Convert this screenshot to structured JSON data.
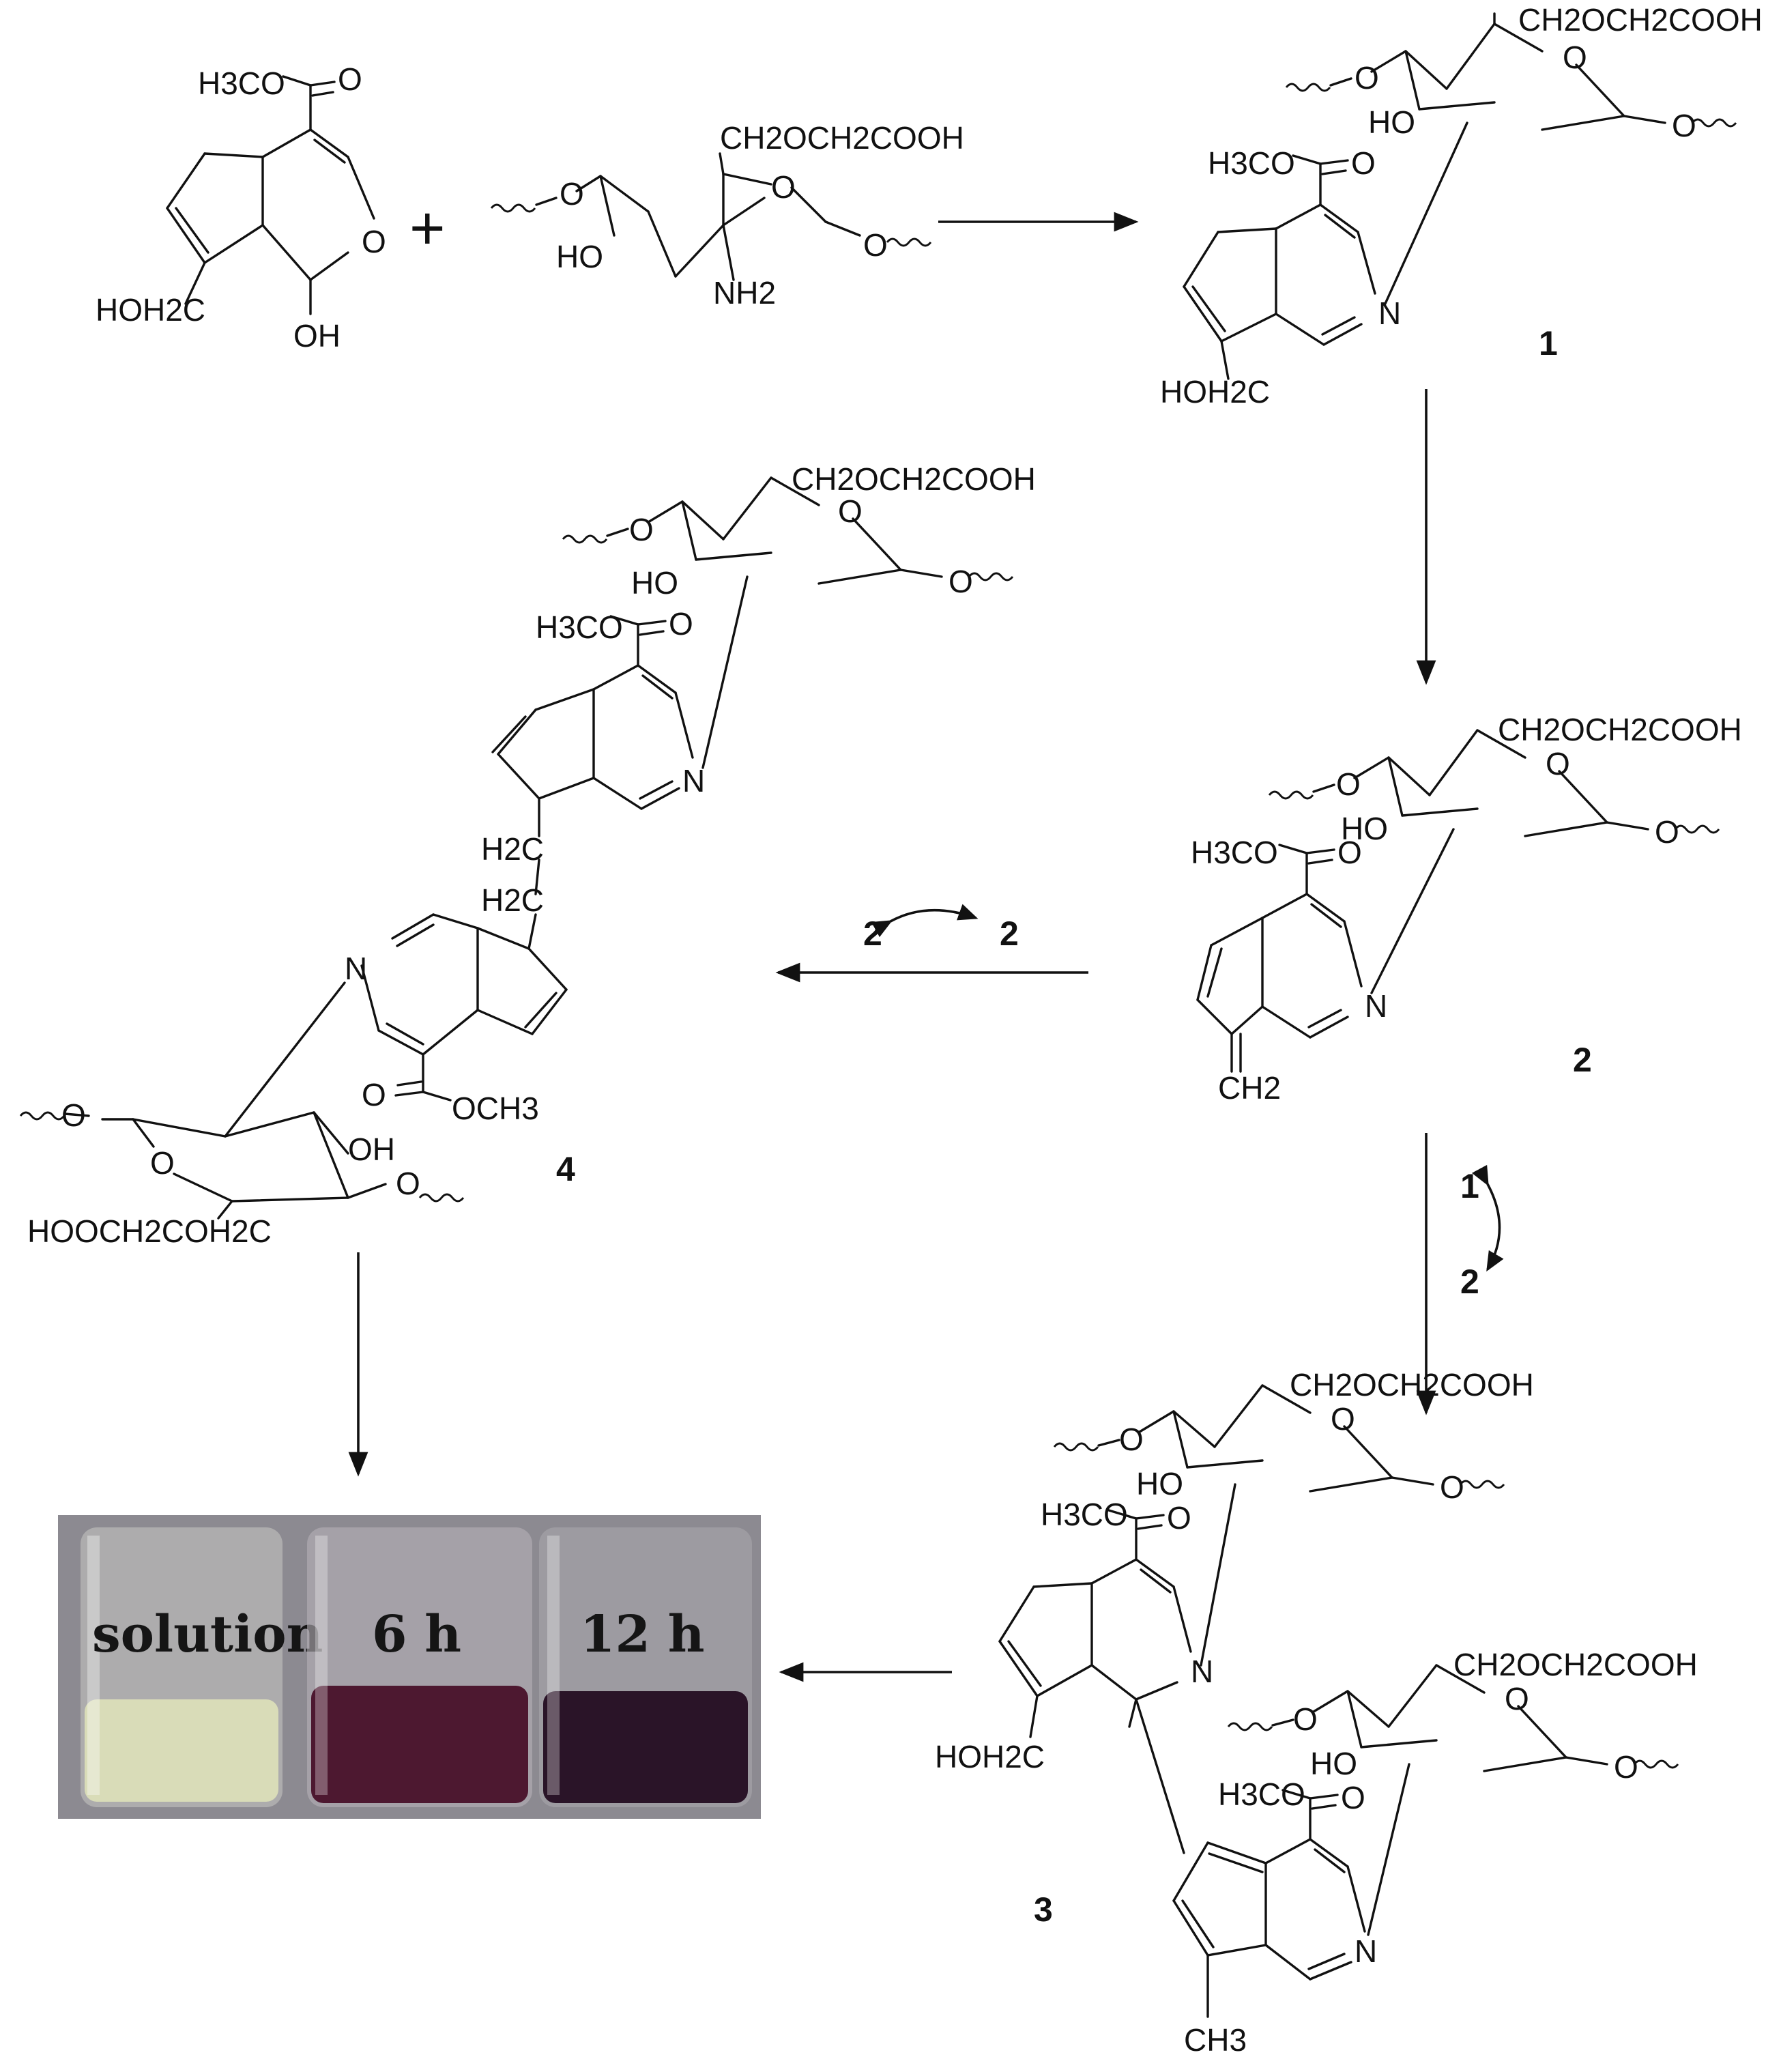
{
  "groups": {
    "h3co_ester": "H3CO",
    "ester_o": "O",
    "ring_o": "O",
    "glycosidic_o": "O",
    "ring_n": "N",
    "hoh2c": "HOH2C",
    "oh": "OH",
    "ho": "HO",
    "nh2": "NH2",
    "ch2och2cooh": "CH2OCH2COOH",
    "hooch2coh2c": "HOOCH2COH2C",
    "och3": "OCH3",
    "ch2": "CH2",
    "h2c": "H2C",
    "ch3": "CH3"
  },
  "plus_sign": "+",
  "compound_labels": {
    "c1": "1",
    "c2": "2",
    "c3": "3",
    "c4": "4"
  },
  "reaction_labels": {
    "left_reactant": "2",
    "right_reactant": "2",
    "top_reactant": "1",
    "bottom_reactant": "2"
  },
  "photo": {
    "labels": [
      "solution",
      "6 h",
      "12 h"
    ],
    "colors": {
      "background": "#8c8a91",
      "clear_solution": "#d9dcb8",
      "purple_6h": "#4d1830",
      "dark_12h": "#2a1428"
    }
  }
}
